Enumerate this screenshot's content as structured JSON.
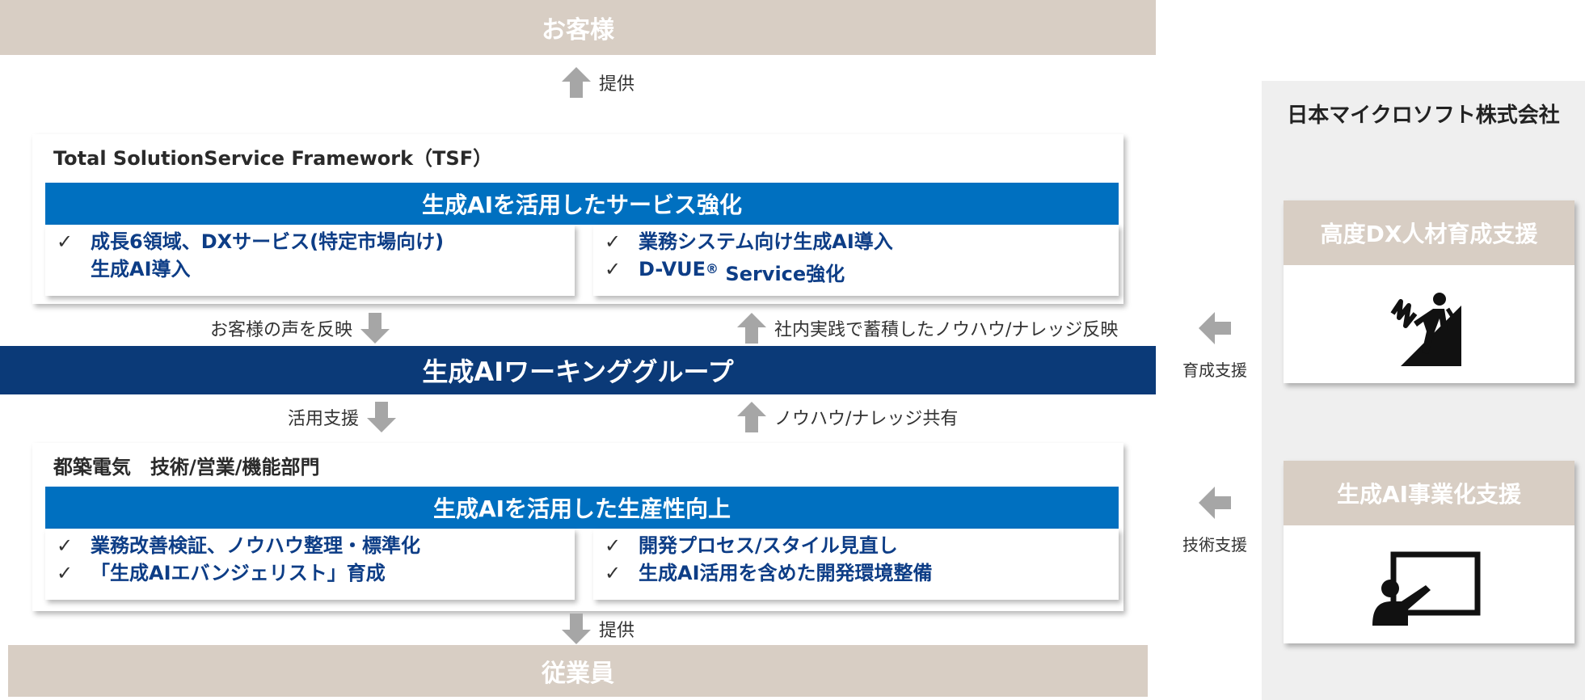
{
  "top_band": "お客様",
  "bottom_band": "従業員",
  "arrows": {
    "provide_top": "提供",
    "provide_bottom": "提供",
    "reflect_voice": "お客様の声を反映",
    "knowhow_reflect": "社内実践で蓄積したノウハウ/ナレッジ反映",
    "usage_support": "活用支援",
    "knowhow_share": "ノウハウ/ナレッジ共有"
  },
  "tsf": {
    "title": "Total SolutionService Framework（TSF）",
    "bar": "生成AIを活用したサービス強化",
    "left_items": [
      "成長6領域、DXサービス(特定市場向け)",
      "生成AI導入"
    ],
    "right_items": [
      "業務システム向け生成AI導入",
      "D-VUE",
      "® Service強化"
    ]
  },
  "working_group": "生成AIワーキンググループ",
  "dept": {
    "title": "都築電気　技術/営業/機能部門",
    "bar": "生成AIを活用した生産性向上",
    "left_items": [
      "業務改善検証、ノウハウ整理・標準化",
      "「生成AIエバンジェリスト」育成"
    ],
    "right_items": [
      "開発プロセス/スタイル見直し",
      "生成AI活用を含めた開発環境整備"
    ]
  },
  "check_mark": "✓",
  "microsoft": {
    "company": "日本マイクロソフト株式会社",
    "card1_title": "高度DX人材育成支援",
    "card1_icon": "mountain-climber-icon",
    "card2_title": "生成AI事業化支援",
    "card2_icon": "presenter-board-icon",
    "support1": "育成支援",
    "support2": "技術支援"
  },
  "colors": {
    "band": "#d8cec4",
    "blue_bar": "#0070c0",
    "wg_bar": "#0b3a78",
    "check_text": "#0d3d86",
    "arrow": "#a6a6a6"
  }
}
